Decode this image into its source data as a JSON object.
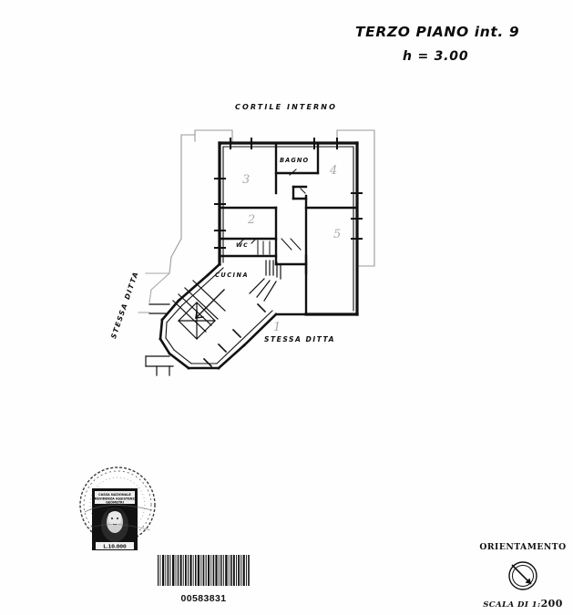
{
  "document": {
    "type": "planimetria-catastale",
    "header": {
      "floor_title": "TERZO PIANO int. 9",
      "height_note": "h = 3.00"
    },
    "plan_labels": {
      "courtyard": "CORTILE INTERNO",
      "bathroom": "BAGNO",
      "wc": "WC",
      "kitchen": "CUCINA",
      "same_owner_right": "STESSA DITTA",
      "same_owner_left": "STESSA DITTA"
    },
    "room_numbers": [
      "3",
      "2",
      "1",
      "4",
      "5"
    ],
    "orientation": {
      "title": "ORIENTAMENTO",
      "scale_label": "SCALA DI 1:",
      "scale_value": "200",
      "north_arrow_direction": "south-east"
    },
    "barcode": {
      "number": "00583831"
    },
    "stamp": {
      "kind": "marca-da-bollo",
      "cancellation": "round-office-stamp"
    },
    "colors": {
      "ink": "#101010",
      "paper": "#fefefe",
      "faint_pencil": "#8d8d8d"
    }
  }
}
